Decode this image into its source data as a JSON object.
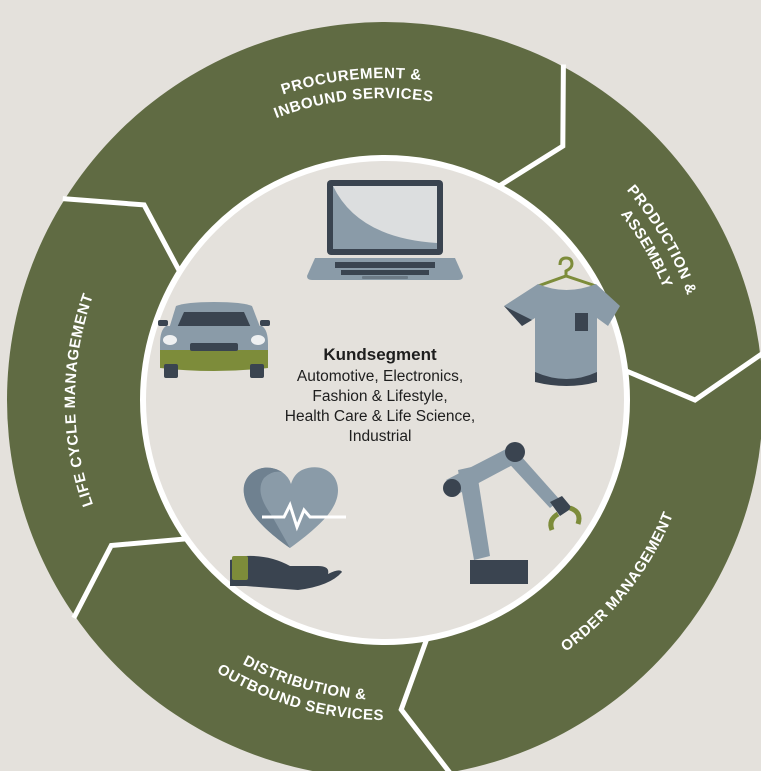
{
  "colors": {
    "background": "#e4e1dc",
    "ring": "#606b43",
    "ring_separator": "#ffffff",
    "inner_circle": "#e4e1dc",
    "icon_blue": "#8a9ba8",
    "icon_dark": "#3a4450",
    "icon_olive": "#7d8c3a"
  },
  "segments": [
    {
      "id": "procurement",
      "lines": [
        "PROCUREMENT &",
        "INBOUND SERVICES"
      ]
    },
    {
      "id": "production",
      "lines": [
        "PRODUCTION &",
        "ASSEMBLY"
      ]
    },
    {
      "id": "order",
      "lines": [
        "ORDER MANAGEMENT"
      ]
    },
    {
      "id": "distribution",
      "lines": [
        "DISTRIBUTION &",
        "OUTBOUND SERVICES"
      ]
    },
    {
      "id": "lifecycle",
      "lines": [
        "LIFE CYCLE MANAGEMENT"
      ]
    }
  ],
  "center": {
    "title": "Kundsegment",
    "lines": [
      "Automotive, Electronics,",
      "Fashion & Lifestyle,",
      "Health Care & Life Science,",
      "Industrial"
    ]
  },
  "icons": [
    "laptop-icon",
    "tshirt-icon",
    "robot-arm-icon",
    "heart-hand-icon",
    "car-icon"
  ]
}
